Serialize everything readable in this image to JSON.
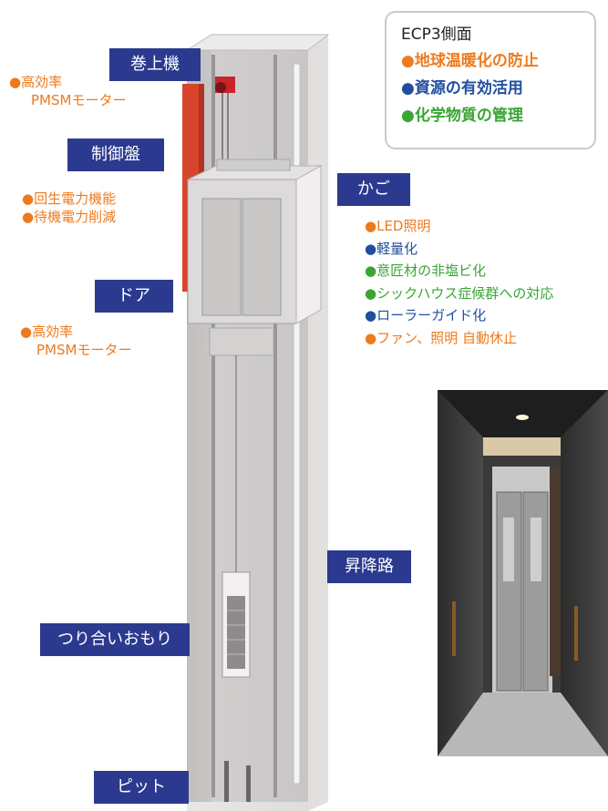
{
  "labels": {
    "machine": "巻上機",
    "control": "制御盤",
    "door": "ドア",
    "cage": "かご",
    "shaft": "昇降路",
    "counterweight": "つり合いおもり",
    "pit": "ピット"
  },
  "machine_notes": [
    "●高効率",
    "PMSMモーター"
  ],
  "control_notes": [
    "●回生電力機能",
    "●待機電力削減"
  ],
  "door_notes": [
    "●高効率",
    "PMSMモーター"
  ],
  "legend": {
    "title": "ECP3側面",
    "items": [
      {
        "text": "●地球温暖化の防止",
        "color": "#ee7a1e"
      },
      {
        "text": "●資源の有効活用",
        "color": "#1f4e9e"
      },
      {
        "text": "●化学物質の管理",
        "color": "#3aa535"
      }
    ]
  },
  "cage_features": [
    {
      "text": "●LED照明",
      "color": "#ee7a1e"
    },
    {
      "text": "●軽量化",
      "color": "#1f4e9e"
    },
    {
      "text": "●意匠材の非塩ビ化",
      "color": "#3aa535"
    },
    {
      "text": "●シックハウス症候群への対応",
      "color": "#3aa535"
    },
    {
      "text": "●ローラーガイド化",
      "color": "#1f4e9e"
    },
    {
      "text": "●ファン、照明 自動休止",
      "color": "#ee7a1e"
    }
  ],
  "colors": {
    "label_bg": "#2b3a8f",
    "orange": "#ee7a1e",
    "blue": "#1f4e9e",
    "green": "#3aa535"
  }
}
